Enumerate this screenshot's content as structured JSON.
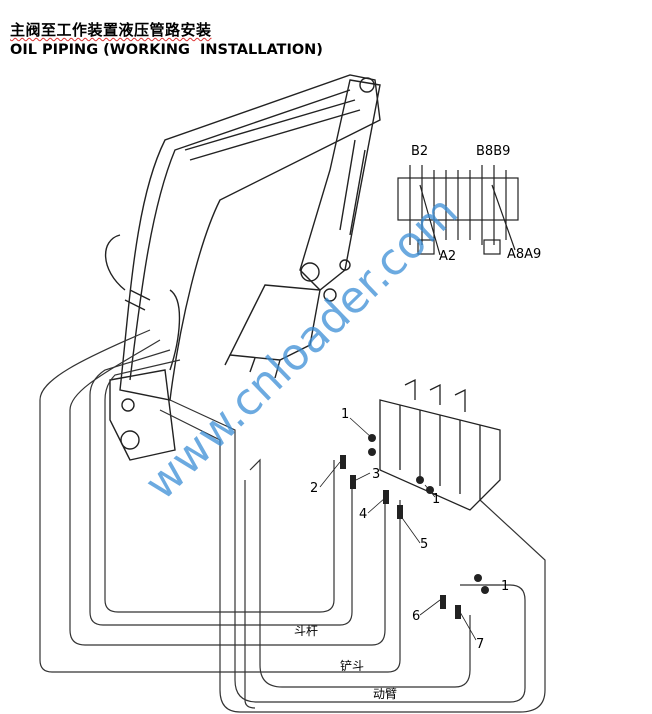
{
  "title": {
    "chinese": "主阀至工作装置液压管路安装",
    "english": "OIL PIPING (WORKING  INSTALLATION)"
  },
  "watermark": "www.cnloader.com",
  "valve_ports": {
    "top_left": "B2",
    "top_right": "B8B9",
    "bottom_left": "A2",
    "bottom_right": "A8A9"
  },
  "callouts": [
    "1",
    "2",
    "3",
    "4",
    "1",
    "5",
    "1",
    "6",
    "7"
  ],
  "hose_labels": {
    "arm": "斗杆",
    "bucket": "铲斗",
    "boom": "动臂"
  }
}
